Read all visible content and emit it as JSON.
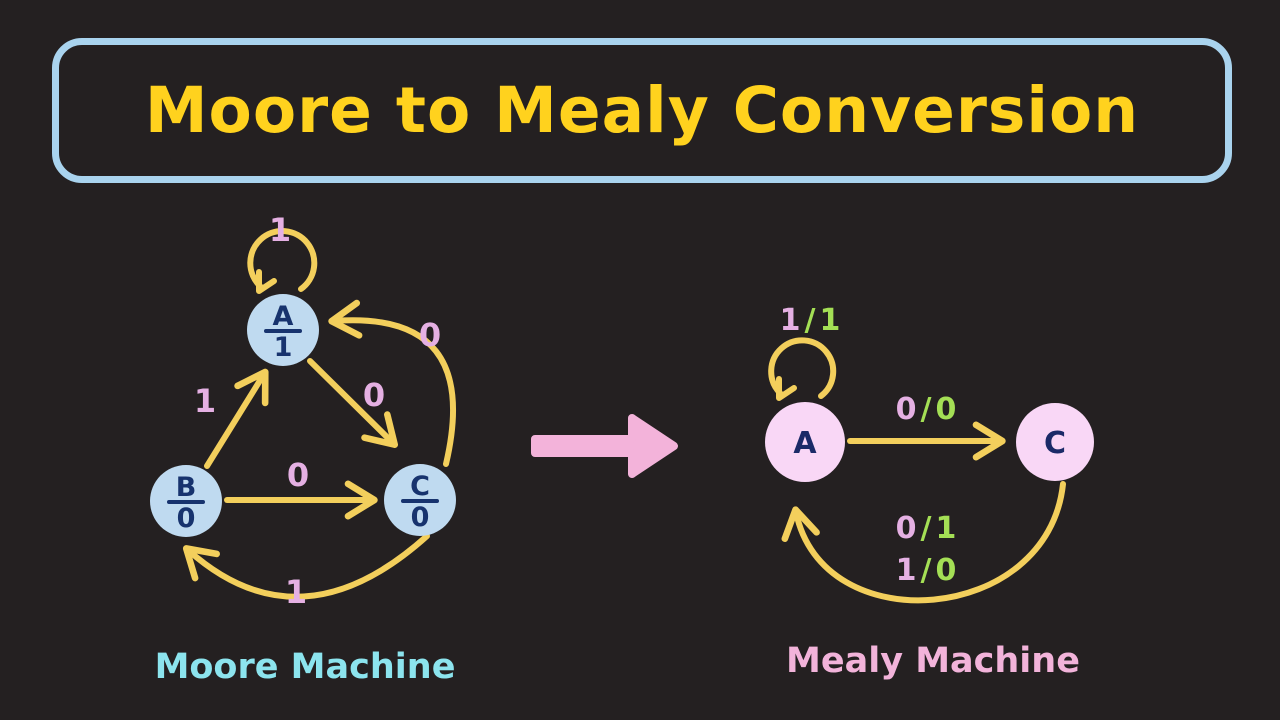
{
  "title": "Moore to Mealy Conversion",
  "separator": "/",
  "colors": {
    "background": "#242021",
    "title_text": "#ffd21e",
    "title_border": "#a9d3ee",
    "arrow_gold": "#f3cf5c",
    "moore_node_fill": "#bfdaf0",
    "state_text_navy": "#17336e",
    "input_label_pink": "#e5b0e3",
    "output_label_green": "#a4df55",
    "moore_caption_cyan": "#8ce4ee",
    "mealy_caption_pink": "#f2b3da",
    "mealy_node_fill": "#f9d7f6",
    "conversion_arrow_pink": "#f3b3da"
  },
  "moore": {
    "caption": "Moore Machine",
    "states": {
      "A": {
        "name": "A",
        "output": "1"
      },
      "B": {
        "name": "B",
        "output": "0"
      },
      "C": {
        "name": "C",
        "output": "0"
      }
    },
    "transitions": {
      "a_self": {
        "from": "A",
        "to": "A",
        "input": "1"
      },
      "b_to_a": {
        "from": "B",
        "to": "A",
        "input": "1"
      },
      "a_to_c": {
        "from": "A",
        "to": "C",
        "input": "0"
      },
      "c_to_a": {
        "from": "C",
        "to": "A",
        "input": "0"
      },
      "b_to_c": {
        "from": "B",
        "to": "C",
        "input": "0"
      },
      "c_to_b": {
        "from": "C",
        "to": "B",
        "input": "1"
      }
    }
  },
  "mealy": {
    "caption": "Mealy Machine",
    "states": {
      "A": {
        "name": "A"
      },
      "C": {
        "name": "C"
      }
    },
    "transitions": {
      "a_self": {
        "from": "A",
        "to": "A",
        "input": "1",
        "output": "1"
      },
      "a_to_c": {
        "from": "A",
        "to": "C",
        "input": "0",
        "output": "0"
      },
      "c_to_a_1": {
        "from": "C",
        "to": "A",
        "input": "0",
        "output": "1"
      },
      "c_to_a_2": {
        "from": "C",
        "to": "A",
        "input": "1",
        "output": "0"
      }
    }
  }
}
